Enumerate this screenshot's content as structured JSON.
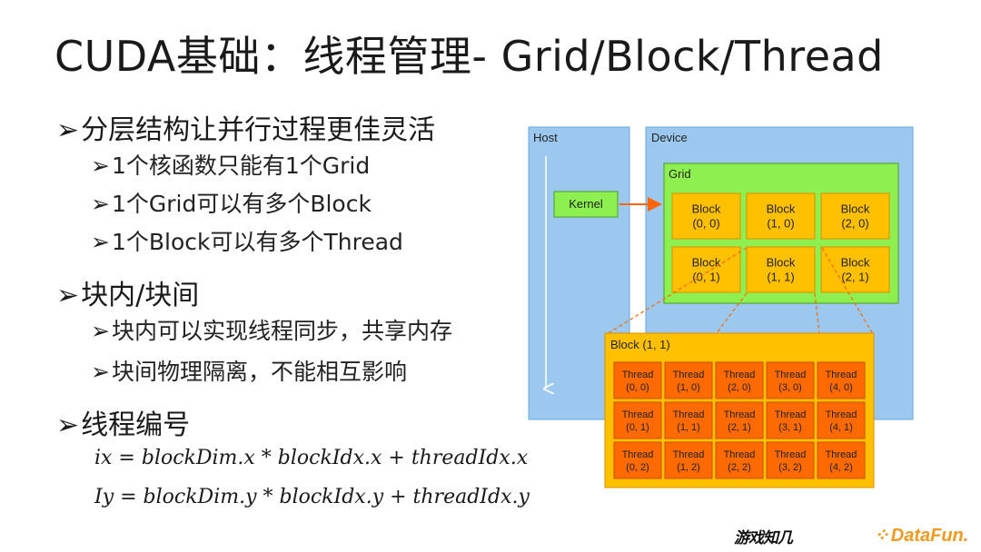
{
  "title": "CUDA基础：线程管理- Grid/Block/Thread",
  "bullet_symbol": "➢",
  "sections": [
    {
      "heading": "分层结构让并行过程更佳灵活",
      "items": [
        "1个核函数只能有1个Grid",
        "1个Grid可以有多个Block",
        "1个Block可以有多个Thread"
      ]
    },
    {
      "heading": "块内/块间",
      "items": [
        "块内可以实现线程同步，共享内存",
        "块间物理隔离，不能相互影响"
      ]
    },
    {
      "heading": "线程编号",
      "items": []
    }
  ],
  "formulas": [
    "ix = blockDim.x * blockIdx.x + threadIdx.x",
    "Iy = blockDim.y * blockIdx.y + threadIdx.y"
  ],
  "diagram": {
    "host_label": "Host",
    "device_label": "Device",
    "kernel_label": "Kernel",
    "grid_label": "Grid",
    "blocks": [
      [
        "Block",
        "(0, 0)"
      ],
      [
        "Block",
        "(1, 0)"
      ],
      [
        "Block",
        "(2, 0)"
      ],
      [
        "Block",
        "(0, 1)"
      ],
      [
        "Block",
        "(1, 1)"
      ],
      [
        "Block",
        "(2, 1)"
      ]
    ],
    "expanded_block_label": "Block (1, 1)",
    "threads": [
      [
        "Thread",
        "(0, 0)"
      ],
      [
        "Thread",
        "(1, 0)"
      ],
      [
        "Thread",
        "(2, 0)"
      ],
      [
        "Thread",
        "(3, 0)"
      ],
      [
        "Thread",
        "(4, 0)"
      ],
      [
        "Thread",
        "(0, 1)"
      ],
      [
        "Thread",
        "(1, 1)"
      ],
      [
        "Thread",
        "(2, 1)"
      ],
      [
        "Thread",
        "(3, 1)"
      ],
      [
        "Thread",
        "(4, 1)"
      ],
      [
        "Thread",
        "(0, 2)"
      ],
      [
        "Thread",
        "(1, 2)"
      ],
      [
        "Thread",
        "(2, 2)"
      ],
      [
        "Thread",
        "(3, 2)"
      ],
      [
        "Thread",
        "(4, 2)"
      ]
    ],
    "colors": {
      "host_device_bg": "#9cc8f0",
      "grid_bg": "#8ef050",
      "block_bg": "#ffc000",
      "thread_bg": "#ff6a00",
      "arrow": "#ff6600"
    }
  },
  "logos": {
    "left": "游戏知几",
    "right": "DataFun."
  }
}
